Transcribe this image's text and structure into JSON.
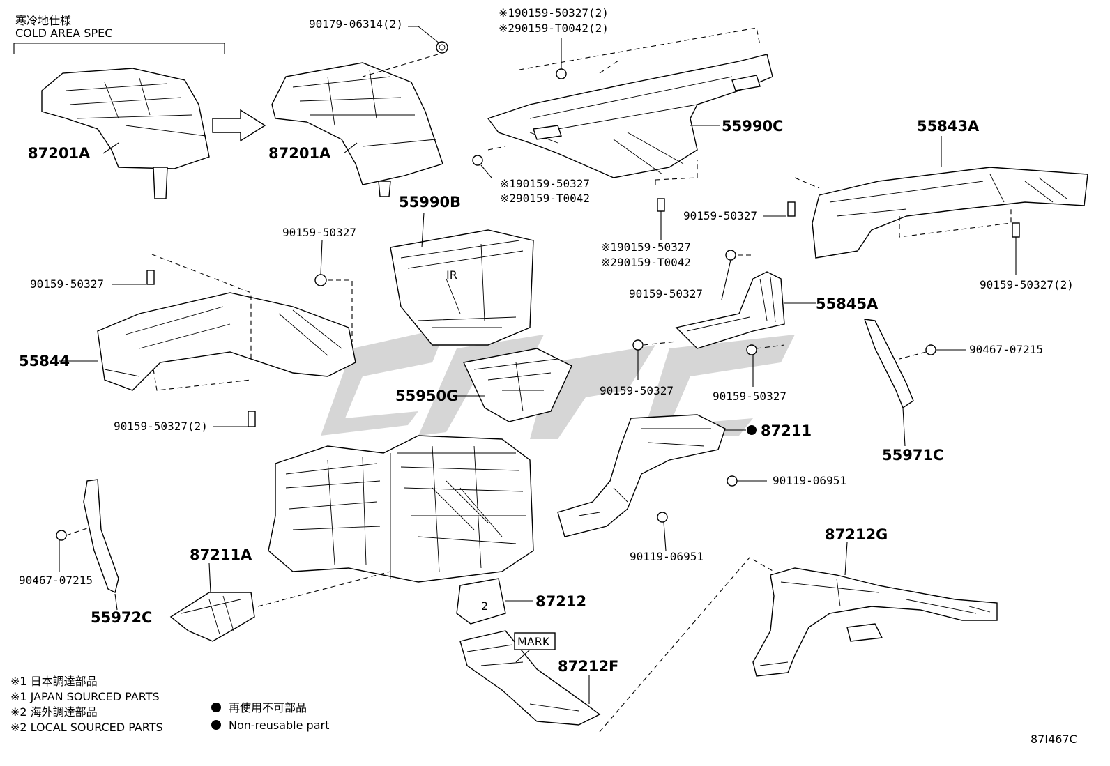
{
  "header": {
    "jp": "寒冷地仕様",
    "en": "COLD AREA SPEC"
  },
  "labels": {
    "p87201A_left": "87201A",
    "p87201A_right": "87201A",
    "b90179": "90179-06314(2)",
    "top_note1": "※190159-50327(2)",
    "top_note2": "※290159-T0042(2)",
    "p55990C": "55990C",
    "mid_note1": "※190159-50327",
    "mid_note2": "※290159-T0042",
    "p55990B": "55990B",
    "p55843A": "55843A",
    "b55843_left": "90159-50327",
    "b55843_right": "90159-50327(2)",
    "low_note1": "※190159-50327",
    "low_note2": "※290159-T0042",
    "b55845_top": "90159-50327",
    "p55845A": "55845A",
    "b55844_upper": "90159-50327",
    "b55844_left": "90159-50327",
    "p55844": "55844",
    "b55844_bottom": "90159-50327(2)",
    "p55950G": "55950G",
    "b55845_low_left": "90159-50327",
    "b55845_low_right": "90159-50327",
    "p87211": "87211",
    "b90119_a": "90119-06951",
    "b90119_b": "90119-06951",
    "b90467_right": "90467-07215",
    "p55971C": "55971C",
    "p87212G": "87212G",
    "b90467_left": "90467-07215",
    "p55972C": "55972C",
    "p87211A": "87211A",
    "p87212": "87212",
    "mark": "MARK",
    "p87212F": "87212F",
    "illus_no": "87I467C"
  },
  "legend": {
    "n1_jp": "※1 日本調達部品",
    "n1_en": "※1 JAPAN SOURCED PARTS",
    "n2_jp": "※2 海外調達部品",
    "n2_en": "※2 LOCAL SOURCED PARTS",
    "nr_jp": "再使用不可部品",
    "nr_en": "Non-reusable part"
  },
  "colors": {
    "line": "#000000",
    "watermark": "#c8c8c8",
    "background": "#ffffff"
  }
}
